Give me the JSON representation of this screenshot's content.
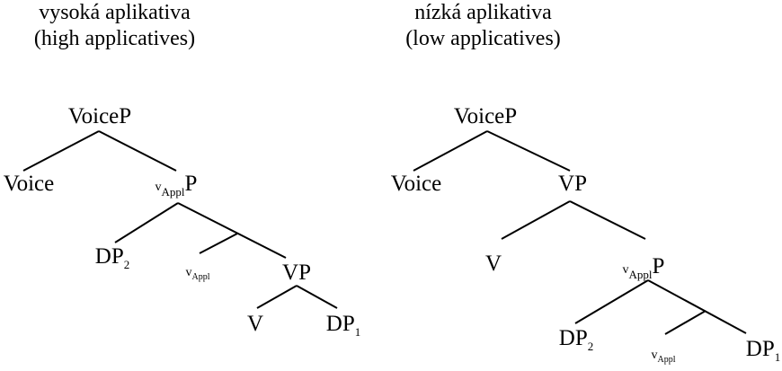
{
  "titles": {
    "high": {
      "line1": "vysoká aplikativa",
      "line2": "(high applicatives)"
    },
    "low": {
      "line1": "nízká aplikativa",
      "line2": "(low applicatives)"
    }
  },
  "high_tree": {
    "voicep": "VoiceP",
    "voice": "Voice",
    "vapplp": {
      "v": "v",
      "sub": "Appl",
      "p": "P"
    },
    "dp2": {
      "main": "DP",
      "sub": "2"
    },
    "vappl": {
      "v": "v",
      "sub": "Appl"
    },
    "vp": "VP",
    "v": "V",
    "dp1": {
      "main": "DP",
      "sub": "1"
    }
  },
  "low_tree": {
    "voicep": "VoiceP",
    "voice": "Voice",
    "vp": "VP",
    "v": "V",
    "vapplp": {
      "v": "v",
      "sub": "Appl",
      "p": "P"
    },
    "dp2": {
      "main": "DP",
      "sub": "2"
    },
    "vappl": {
      "v": "v",
      "sub": "Appl"
    },
    "dp1": {
      "main": "DP",
      "sub": "1"
    }
  }
}
